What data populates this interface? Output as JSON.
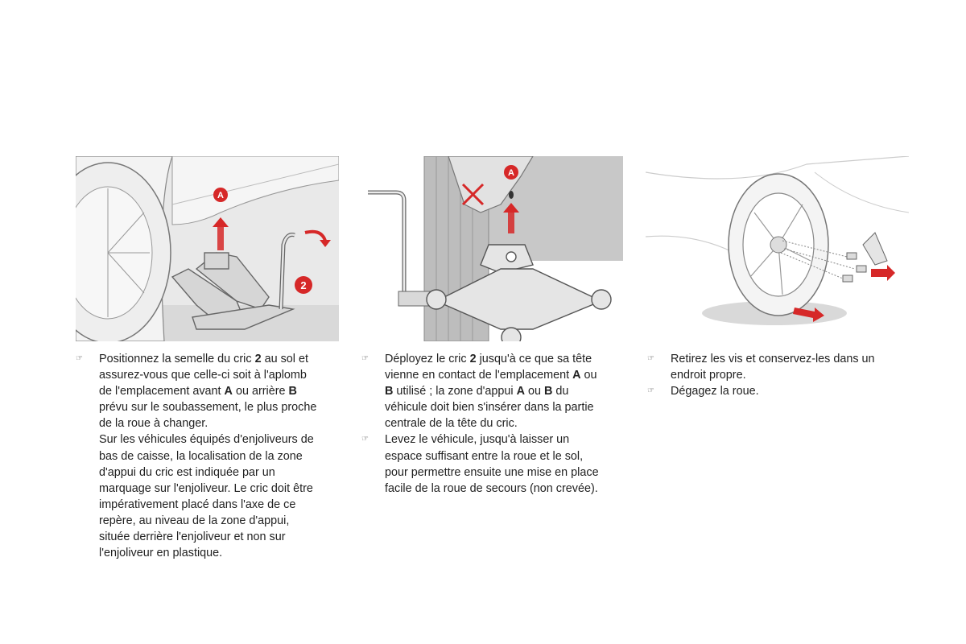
{
  "figures": {
    "f1": {
      "label_a": "A",
      "label_2": "2"
    },
    "f2": {
      "label_a": "A"
    },
    "f3": {}
  },
  "col1": {
    "bullet": "☞",
    "p1": {
      "t1": "Positionnez la semelle du cric ",
      "b1": "2",
      "t2": " au sol et assurez-vous que celle-ci soit à l'aplomb de l'emplacement avant ",
      "b2": "A",
      "t3": " ou arrière ",
      "b3": "B",
      "t4": " prévu sur le soubassement, le plus proche de la roue à changer."
    },
    "p2": "Sur les véhicules équipés d'enjoliveurs de bas de caisse, la localisation de la zone d'appui du cric est indiquée par un marquage sur l'enjoliveur. Le cric doit être impérativement placé dans l'axe de ce repère, au niveau de la zone d'appui, située derrière l'enjoliveur et non sur l'enjoliveur en plastique."
  },
  "col2": {
    "bullet": "☞",
    "i1": {
      "t1": "Déployez le cric ",
      "b1": "2",
      "t2": " jusqu'à ce que sa tête vienne en contact de l'emplacement ",
      "b2": "A",
      "t3": " ou ",
      "b3": "B",
      "t4": " utilisé ; la zone d'appui ",
      "b4": "A",
      "t5": " ou ",
      "b5": "B",
      "t6": " du véhicule doit bien s'insérer dans la partie centrale de la tête du cric."
    },
    "i2": "Levez le véhicule, jusqu'à laisser un espace suffisant entre la roue et le sol, pour permettre ensuite une mise en place facile de la roue de secours (non crevée)."
  },
  "col3": {
    "bullet": "☞",
    "i1": "Retirez les vis et conservez-les dans un endroit propre.",
    "i2": "Dégagez la roue."
  }
}
